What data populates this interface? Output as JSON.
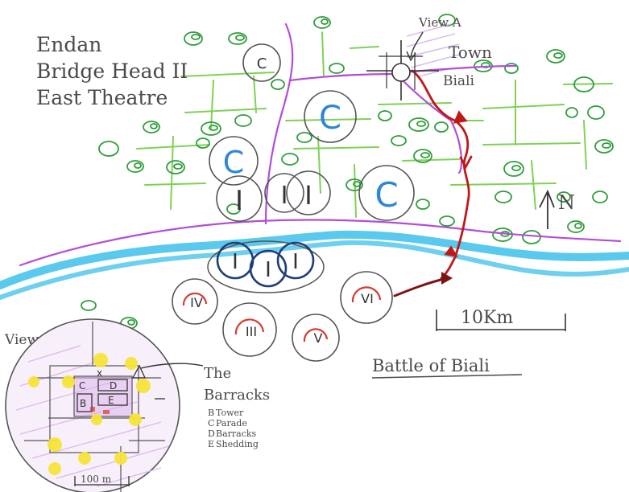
{
  "map": {
    "title_lines": [
      "Endan",
      "Bridge Head II",
      "East Theatre"
    ],
    "caption": "Battle of Biali",
    "scale_label": "10Km",
    "north_label": "N",
    "view_marker_label": "View A",
    "inset_label": "View A",
    "inset_scale_label": "100 m",
    "town": {
      "label_line1": "Town",
      "label_line2": "Biali"
    },
    "barracks": {
      "title_line1": "The",
      "title_line2": "Barracks",
      "legend": [
        {
          "key": "B",
          "text": "Tower"
        },
        {
          "key": "C",
          "text": "Parade"
        },
        {
          "key": "D",
          "text": "Barracks"
        },
        {
          "key": "E",
          "text": "Shedding"
        }
      ],
      "building_letters": [
        "C",
        "D",
        "B",
        "E",
        "x"
      ]
    },
    "units_north": [
      {
        "label": "C",
        "color": "#555555"
      },
      {
        "label": "C",
        "color": "#2e86d6"
      },
      {
        "label": "C",
        "color": "#2e86d6"
      },
      {
        "label": "C",
        "color": "#2e86d6"
      },
      {
        "label": "I",
        "color": "#333333"
      },
      {
        "label": "I",
        "color": "#333333"
      },
      {
        "label": "I",
        "color": "#333333"
      }
    ],
    "units_bridgehead": [
      {
        "label": "I",
        "color": "#1f3f7a"
      },
      {
        "label": "I",
        "color": "#1f3f7a"
      },
      {
        "label": "I",
        "color": "#1f3f7a"
      }
    ],
    "units_south": [
      {
        "label": "IV",
        "color": "#d63a2e"
      },
      {
        "label": "VI",
        "color": "#d63a2e"
      },
      {
        "label": "III",
        "color": "#d63a2e"
      },
      {
        "label": "V",
        "color": "#d63a2e"
      }
    ],
    "colors": {
      "river": "#3cc0ea",
      "road": "#b24ed6",
      "attack_route": "#c01818",
      "forest": "#2e9e3a",
      "grid": "#7ed156",
      "ink": "#4a4a4a",
      "inset_fill": "#d9b2ea",
      "tower": "#f7e43a"
    }
  }
}
